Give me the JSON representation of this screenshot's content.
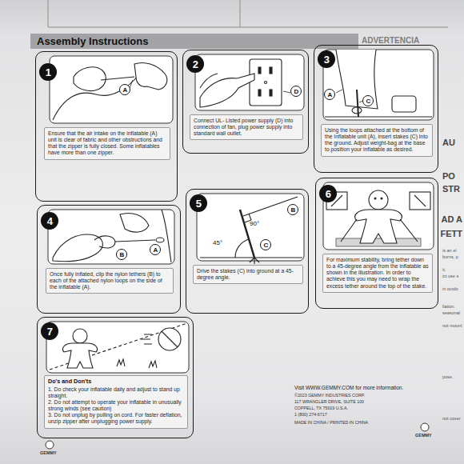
{
  "diagram": {
    "title": "Assembly Instructions",
    "nodes": [
      {
        "text": [
          "Ensure that the air intake on the inflatable (A) unit is clear of fabric and other obstructions and that the zipper is fully closed. Some inflatables have more than one zipper."
        ]
      },
      {
        "text": [
          "1"
        ],
        "in": 0
      },
      {
        "text": [
          "A"
        ],
        "in": 0
      },
      {
        "text": [
          "Connect UL- Listed power supply (D) into connection of fan, plug power supply into standard wall outlet."
        ]
      },
      {
        "text": [
          "2"
        ],
        "in": 3
      },
      {
        "text": [
          "D"
        ],
        "in": 3
      },
      {
        "text": [
          "Using the loops attached at the bottom of the Inflatable unit (A), insert stakes (C) into the ground. Adjust weight-bag at the base to position your inflatable as desired."
        ]
      },
      {
        "text": [
          "3"
        ],
        "in": 6
      },
      {
        "text": [
          "A"
        ],
        "in": 6
      },
      {
        "text": [
          "C"
        ],
        "in": 6
      },
      {
        "text": [
          "Once fully inflated, clip the nylon tethers (B) to each of the attached nylon loops on the side of the inflatable (A)."
        ]
      },
      {
        "text": [
          "4"
        ],
        "in": 10
      },
      {
        "text": [
          "B"
        ],
        "in": 10
      },
      {
        "text": [
          "A"
        ],
        "in": 10
      },
      {
        "text": [
          "Drive the stakes (C) into ground at a 45-degree angle."
        ]
      },
      {
        "text": [
          "5"
        ],
        "in": 14
      },
      {
        "text": [
          "B"
        ],
        "in": 14
      },
      {
        "text": [
          "C"
        ],
        "in": 14
      },
      {
        "text": [
          "For maximum stability, bring tether down to a 45-degree angle from the inflatable as shown in the illustration. In order to achieve this you may need to wrap the excess tether around the top of the stake."
        ]
      },
      {
        "text": [
          "6"
        ],
        "in": 18
      },
      {
        "text": [
          "Do's and Don'ts",
          "1. Do check your inflatable daily and adjust to stand up straight.",
          "2. Do not attempt to operate your inflatable in unusually strong winds (see caution)",
          "3. Do not unplug by pulling on cord. For faster deflation, unzip zipper after unplugging power supply."
        ]
      },
      {
        "text": [
          "7"
        ],
        "in": 20
      }
    ],
    "labels": [
      "90°",
      "45°",
      "ADVERTENCIA",
      "Visit WWW.GEMMY.COM for more information.",
      "©2023 GEMMY INDUSTRIES CORP.",
      "117 WRANGLER DRIVE, SUITE 100",
      "COPPELL, TX 75019 U.S.A.",
      "1 (800) 274-6717",
      "MADE IN CHINA / PRINTED IN CHINA",
      "GEMMY",
      "GEMMY",
      "AU",
      "PO",
      "STR",
      "AD A",
      "FETT",
      "is an el",
      "burns, p",
      "it.",
      "ict use s",
      "in outdo",
      "llation.",
      "seasonal",
      "not mount",
      "pose.",
      "not cover"
    ]
  }
}
